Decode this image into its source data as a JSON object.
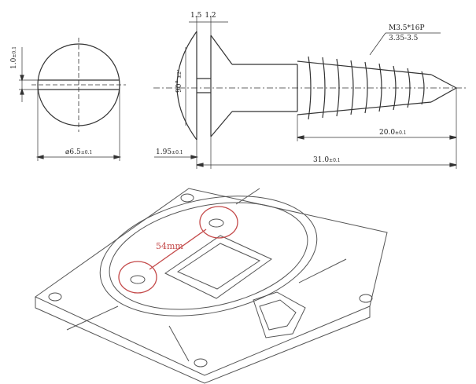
{
  "screw_drawing": {
    "head_height_label": "1.0",
    "head_height_tol": "±0.1",
    "head_diameter_label": "⌀6.5",
    "head_diameter_tol": "±0.1",
    "slot_dims_label": "1.5",
    "slot_dims_label2": "1.2",
    "angle_label": "90°",
    "angle_tol": "±2°",
    "thread_spec": "M3.5*16P",
    "thread_range": "3.35-3.5",
    "bottom_offset_label": "1.95",
    "bottom_offset_tol": "±0.1",
    "thread_length_label": "20.0",
    "thread_length_tol": "±0.1",
    "total_length_label": "31.0",
    "total_length_tol": "±0.1"
  },
  "mount_drawing": {
    "hole_spacing_label": "54mm"
  },
  "colors": {
    "line": "#333333",
    "annotation": "#c44a4a"
  }
}
